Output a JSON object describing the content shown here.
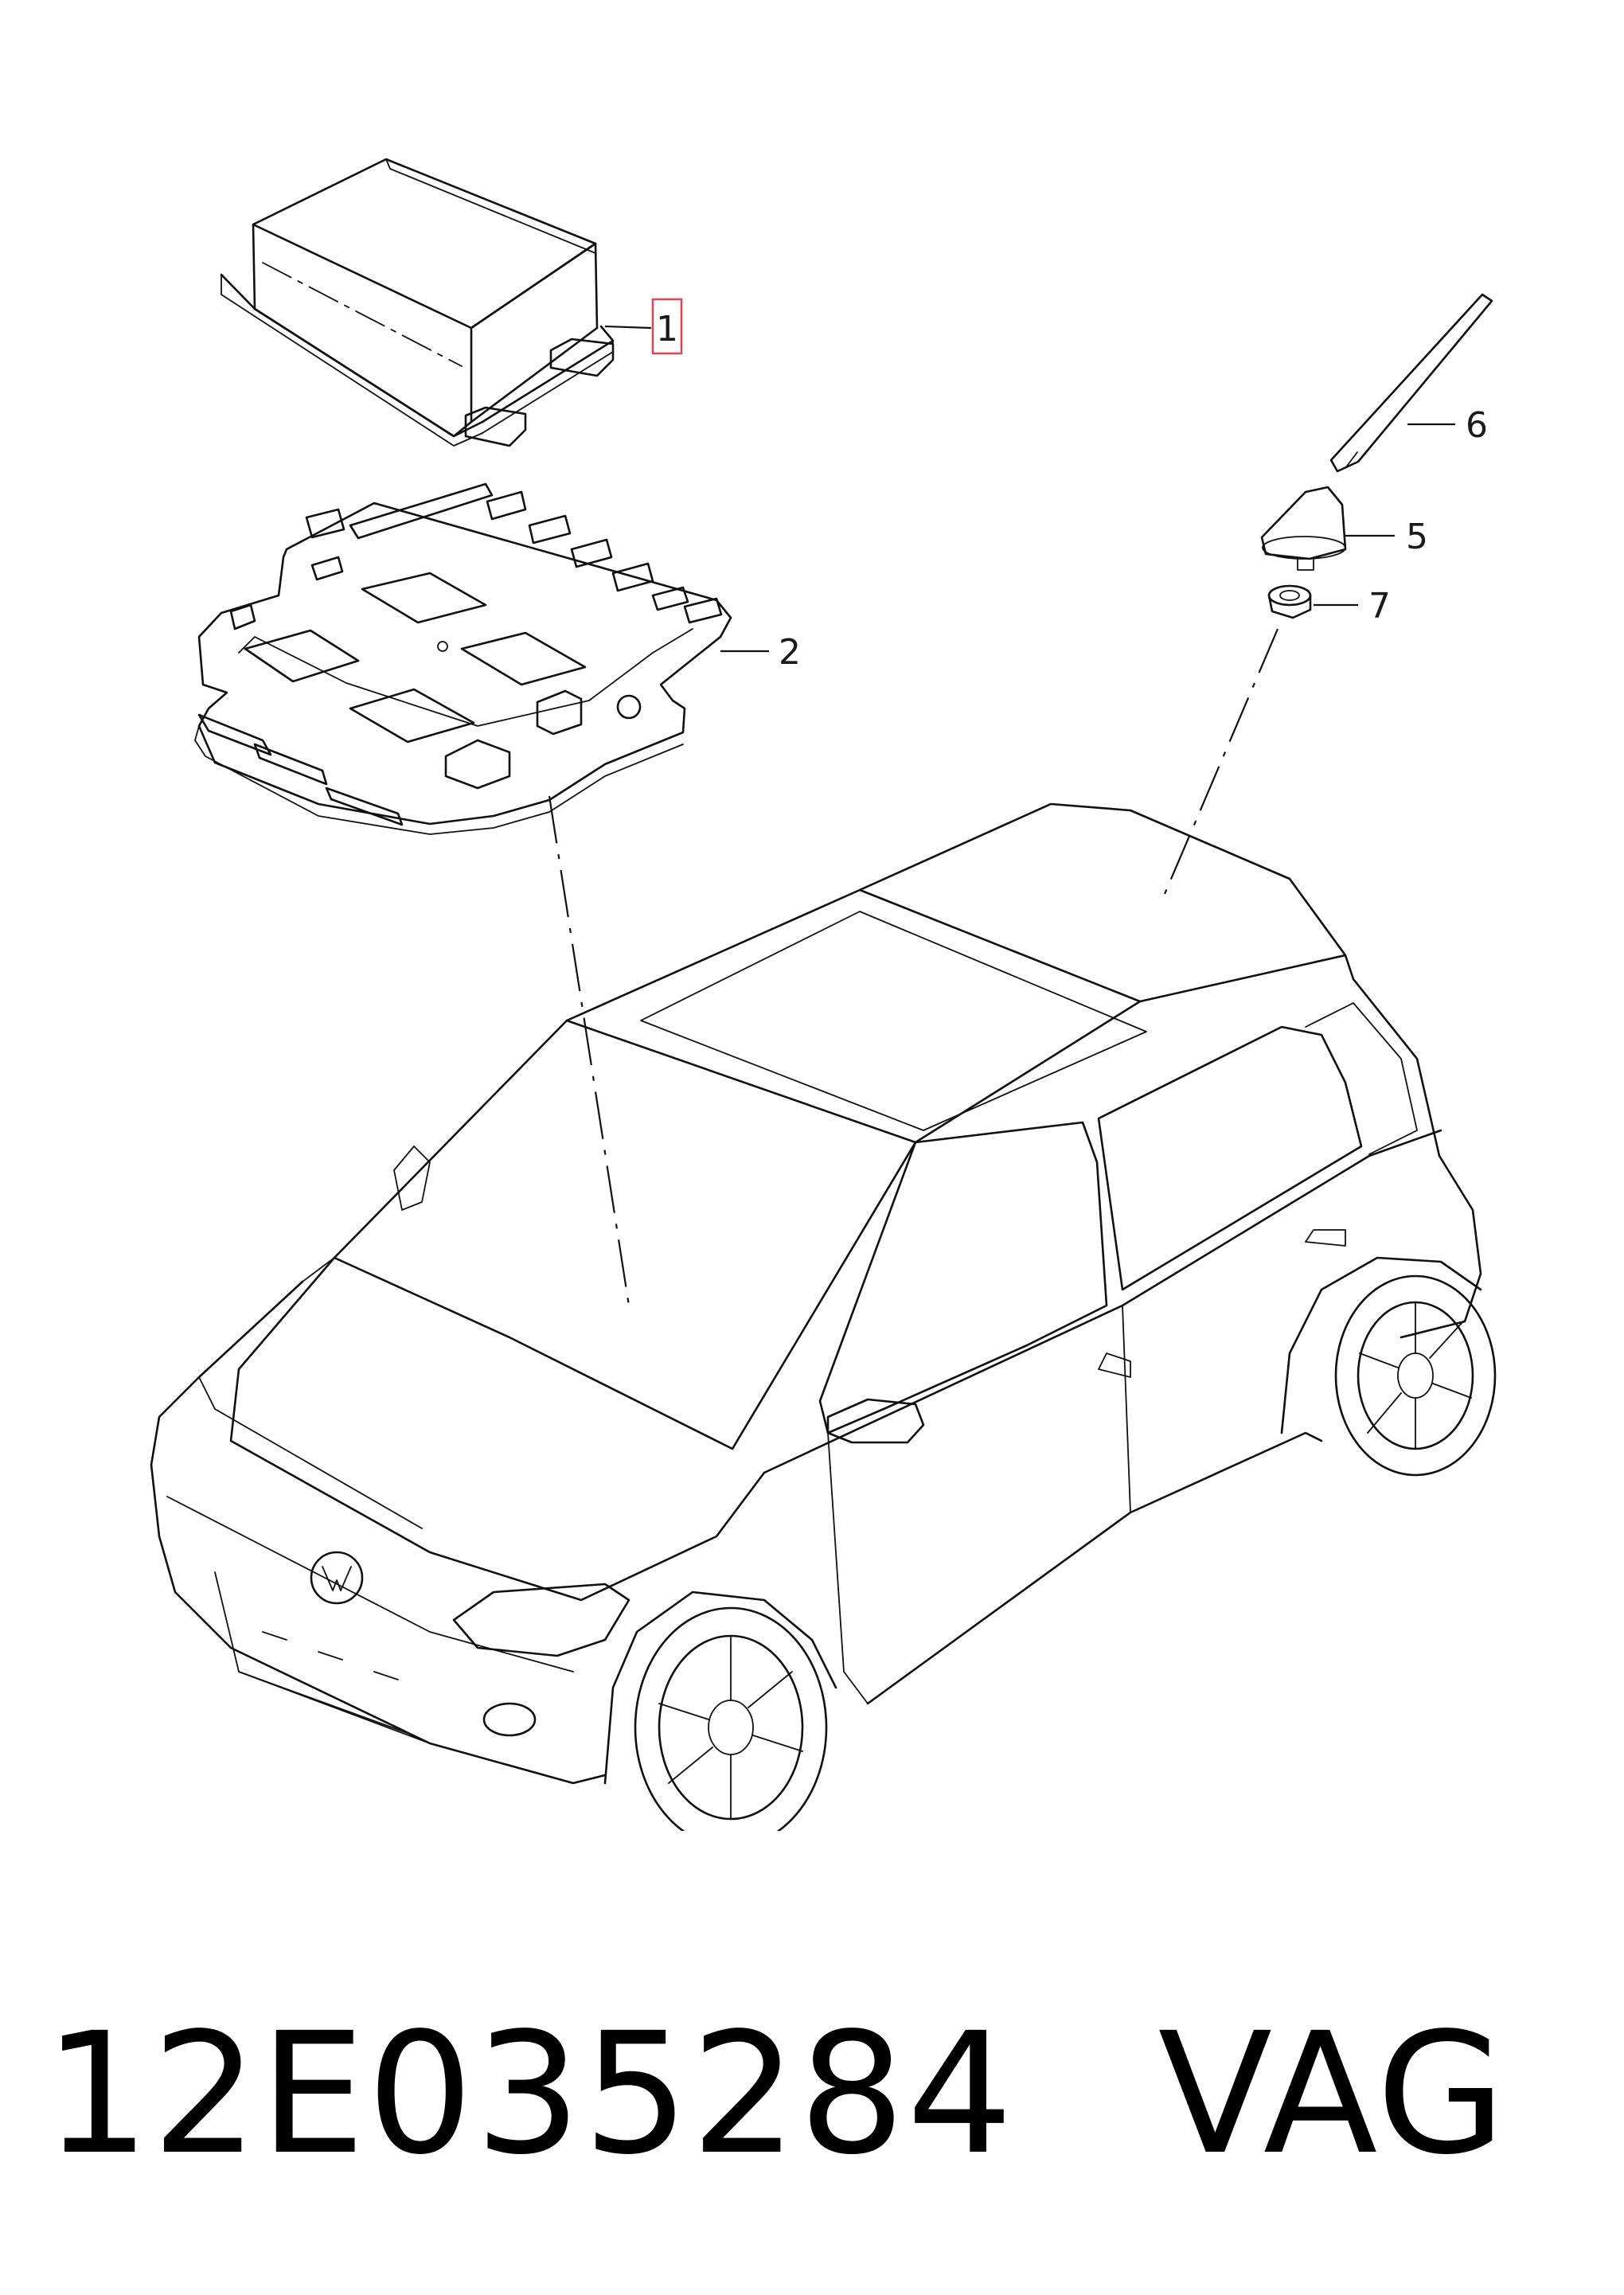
{
  "callouts": {
    "c1": "1",
    "c2": "2",
    "c5": "5",
    "c6": "6",
    "c7": "7"
  },
  "footer": {
    "part_number": "12E035284",
    "brand": "VAG"
  },
  "colors": {
    "highlight": "#e0454f",
    "line": "#111111"
  }
}
